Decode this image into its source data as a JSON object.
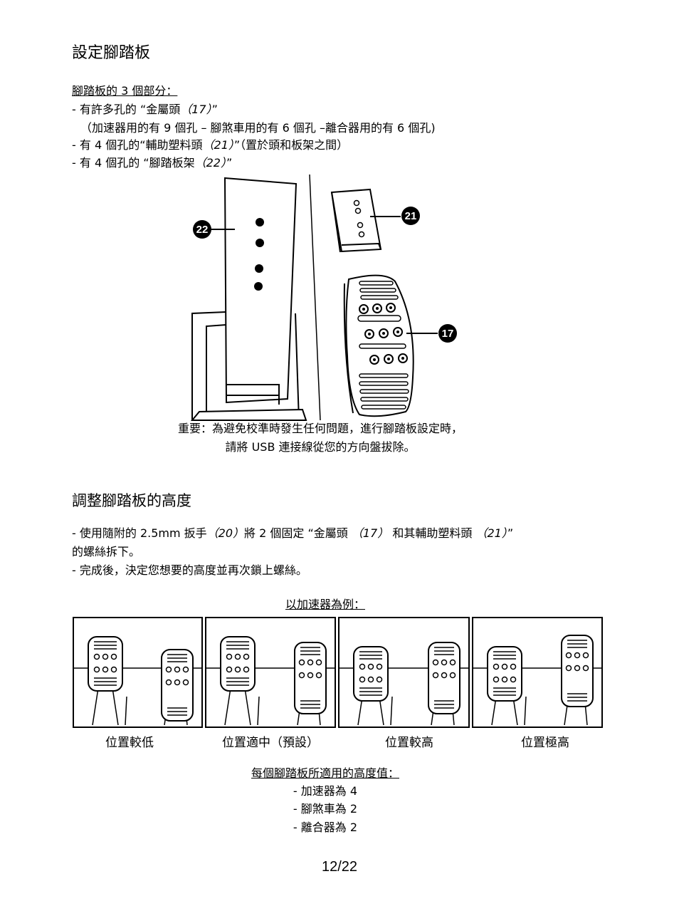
{
  "section1": {
    "title": "設定腳踏板",
    "parts_heading": "腳踏板的 3 個部分：",
    "line1_a": "- 有許多孔的 “金屬頭",
    "line1_ref": "（17）",
    "line1_b": "”",
    "line2": "（加速器用的有 9 個孔 – 腳煞車用的有 6 個孔 –離合器用的有 6 個孔)",
    "line3_a": "- 有 4 個孔的“輔助塑料頭",
    "line3_ref": "（21）",
    "line3_b": "”（置於頭和板架之間）",
    "line4_a": "- 有 4 個孔的 “腳踏板架",
    "line4_ref": "（22）",
    "line4_b": "”"
  },
  "figure_labels": {
    "bracket": "22",
    "plastic_head": "21",
    "metal_head": "17"
  },
  "important": {
    "line1": "重要：為避免校準時發生任何問題，進行腳踏板設定時，",
    "line2": "請將 USB 連接線從您的方向盤拔除。"
  },
  "section2": {
    "title": "調整腳踏板的高度",
    "p1_a": "- 使用隨附的 2.5mm 扳手",
    "p1_ref1": "（20）",
    "p1_b": "將 2 個固定 “金屬頭",
    "p1_ref2": "（17）",
    "p1_c": "和其輔助塑料頭",
    "p1_ref3": "（21）",
    "p1_d": "”",
    "p1_line2": "的螺絲拆下。",
    "p2": "- 完成後，決定您想要的高度並再次鎖上螺絲。",
    "example_heading": "以加速器為例："
  },
  "positions": [
    {
      "label": "位置較低"
    },
    {
      "label": "位置適中（預設）"
    },
    {
      "label": "位置較高"
    },
    {
      "label": "位置極高"
    }
  ],
  "heights": {
    "heading": "每個腳踏板所適用的高度值：",
    "items": [
      "- 加速器為 4",
      "- 腳煞車為 2",
      "- 離合器為 2"
    ]
  },
  "page_number": "12/22"
}
